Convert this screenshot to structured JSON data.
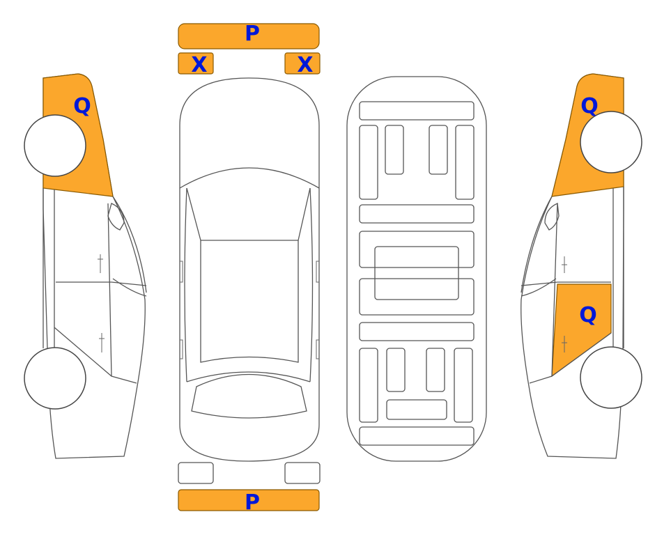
{
  "highlight_color": "#FBA72C",
  "marker_color": "#0018D8",
  "markers": {
    "front_bumper": "P",
    "rear_bumper": "P",
    "headlight_left": "X",
    "headlight_right": "X",
    "left_front_fender": "Q",
    "right_front_fender": "Q",
    "right_rear_door": "Q"
  }
}
